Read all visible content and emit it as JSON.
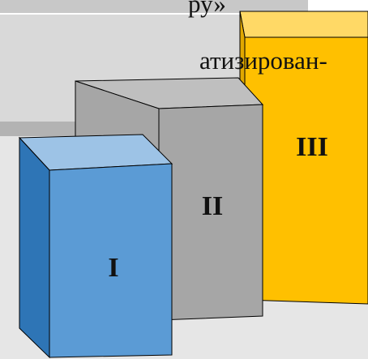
{
  "slide": {
    "text_line_1": "ру́»",
    "text_line_2": "атизирован-"
  },
  "blocks": [
    {
      "id": "block-1",
      "label": "I",
      "front_color": "#5b9bd5",
      "side_color": "#2e75b6",
      "top_color": "#9dc3e6"
    },
    {
      "id": "block-2",
      "label": "II",
      "front_color": "#a6a6a6",
      "side_color": "#7f7f7f",
      "top_color": "#bfbfbf"
    },
    {
      "id": "block-3",
      "label": "III",
      "front_color": "#ffc000",
      "side_color": "#e0a800",
      "top_color": "#ffd966"
    }
  ],
  "colors": {
    "slide_panel": "#d9d9d9",
    "slide_panel_dark": "#b3b3b3",
    "outline": "#000000"
  }
}
